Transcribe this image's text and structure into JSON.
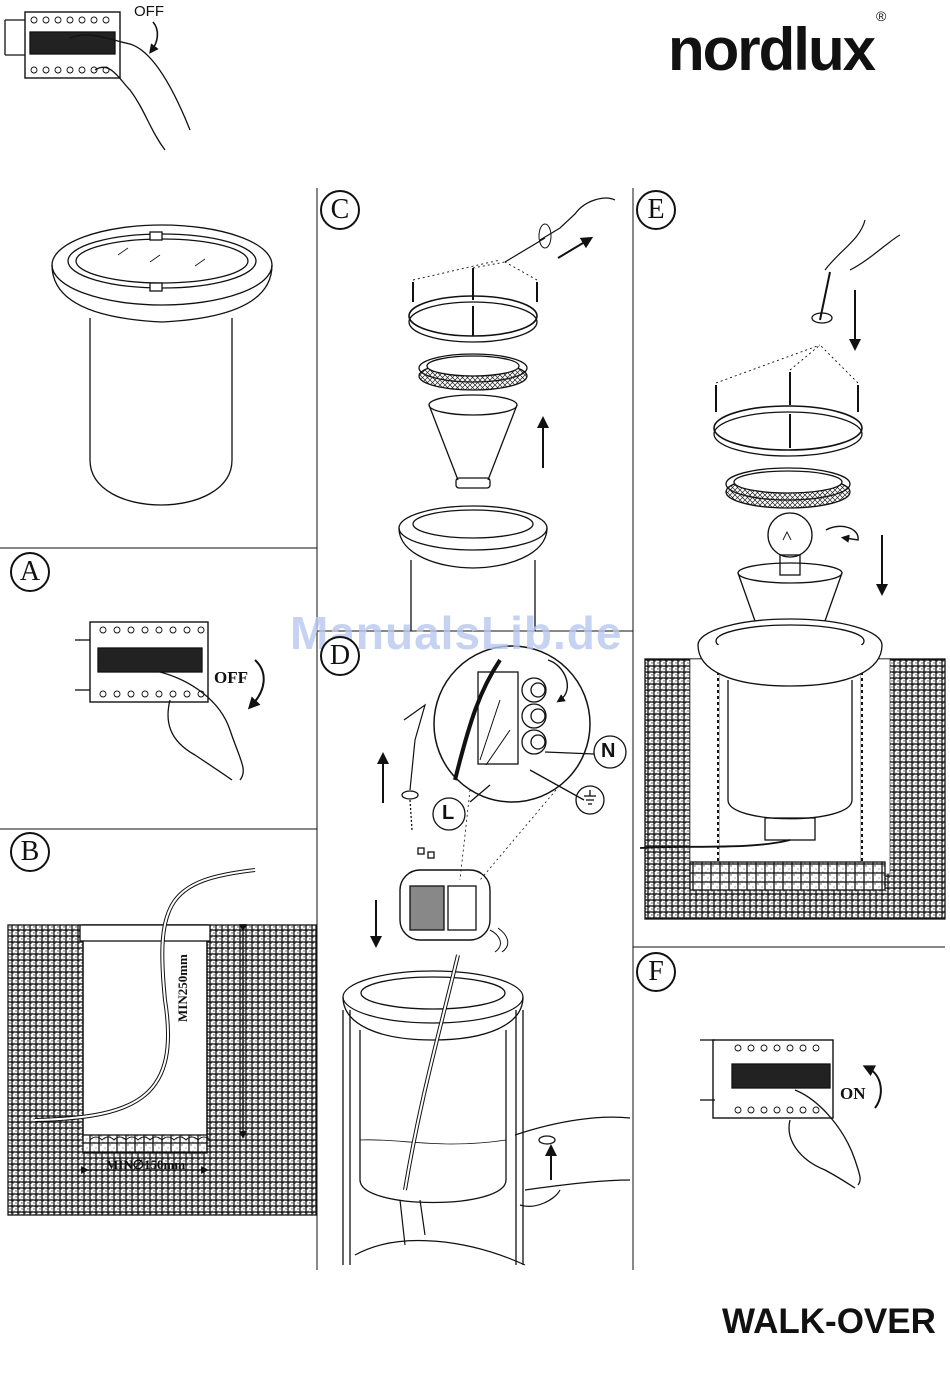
{
  "brand": {
    "name": "nordlux",
    "reg": "®"
  },
  "model": "WALK-OVER",
  "watermark": "ManualsLib.de",
  "labels": {
    "top_off": "OFF",
    "a_off": "OFF",
    "f_on": "ON",
    "b_depth": "MIN250mm",
    "b_diameter": "MIN∅150mm",
    "d_neutral": "N",
    "d_live": "L"
  },
  "panels": [
    "A",
    "B",
    "C",
    "D",
    "E",
    "F"
  ]
}
